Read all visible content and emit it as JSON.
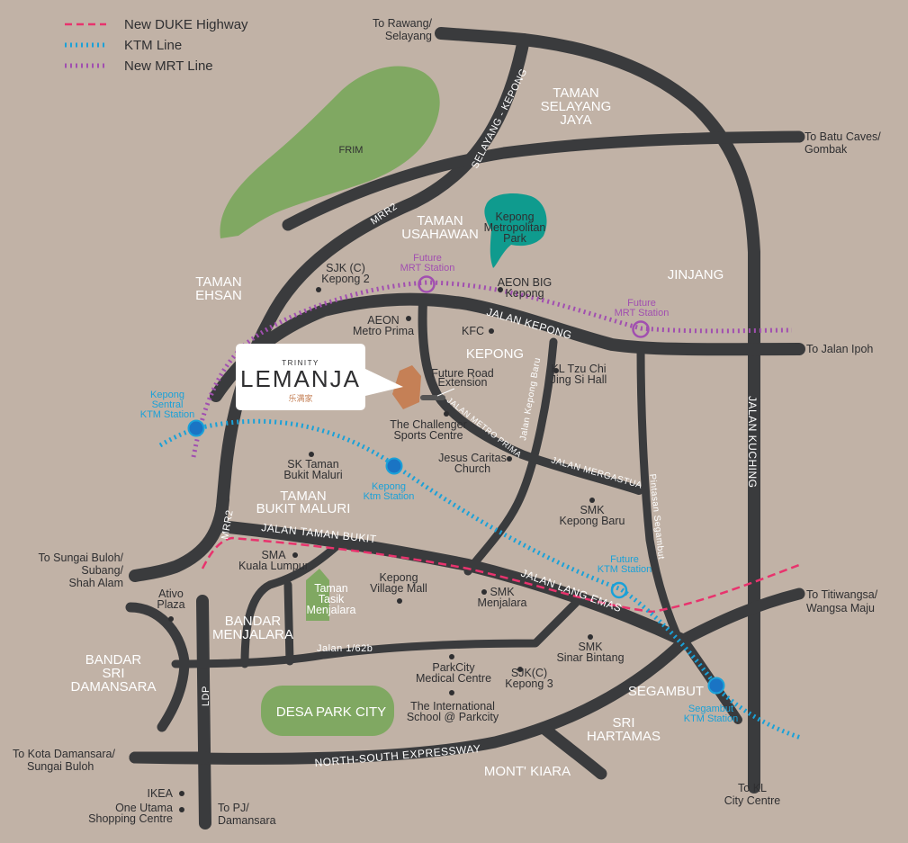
{
  "legend": [
    {
      "label": "New DUKE Highway",
      "color": "#e8336d",
      "style": "dash"
    },
    {
      "label": "KTM Line",
      "color": "#1aa1d8",
      "style": "dot"
    },
    {
      "label": "New MRT Line",
      "color": "#a14fb0",
      "style": "dot"
    }
  ],
  "colors": {
    "background": "#c1b2a6",
    "road": "#3a3b3d",
    "park": "#80a862",
    "teal_park": "#0f9b8e",
    "development": "#c58056",
    "duke": "#e8336d",
    "ktm": "#1aa1d8",
    "mrt": "#a14fb0"
  },
  "project": {
    "brand_top": "TRINITY",
    "brand_main": "LEMANJA",
    "brand_sub": "乐满家"
  },
  "destinations": {
    "rawang_1": "To Rawang/",
    "rawang_2": "Selayang",
    "batucaves_1": "To Batu Caves/",
    "batucaves_2": "Gombak",
    "ipoh": "To Jalan Ipoh",
    "titiwangsa_1": "To Titiwangsa/",
    "titiwangsa_2": "Wangsa Maju",
    "klcc_1": "To KL",
    "klcc_2": "City Centre",
    "pj_1": "To PJ/",
    "pj_2": "Damansara",
    "kotadam_1": "To Kota Damansara/",
    "kotadam_2": "Sungai Buloh",
    "sgbuloh_1": "To Sungai Buloh/",
    "sgbuloh_2": "Subang/",
    "sgbuloh_3": "Shah Alam"
  },
  "areas": {
    "taman_selayang_1": "TAMAN",
    "taman_selayang_2": "SELAYANG",
    "taman_selayang_3": "JAYA",
    "taman_usahawan_1": "TAMAN",
    "taman_usahawan_2": "USAHAWAN",
    "jinjang": "JINJANG",
    "taman_ehsan_1": "TAMAN",
    "taman_ehsan_2": "EHSAN",
    "kepong": "KEPONG",
    "bukit_maluri_1": "TAMAN",
    "bukit_maluri_2": "BUKIT MALURI",
    "bandar_menjalara_1": "BANDAR",
    "bandar_menjalara_2": "MENJALARA",
    "bandar_sri_1": "BANDAR",
    "bandar_sri_2": "SRI",
    "bandar_sri_3": "DAMANSARA",
    "segambut": "SEGAMBUT",
    "sri_hartamas_1": "SRI",
    "sri_hartamas_2": "HARTAMAS",
    "mont_kiara": "MONT' KIARA",
    "desa_park_city": "DESA PARK CITY",
    "frim": "FRIM",
    "kepong_park_1": "Kepong",
    "kepong_park_2": "Metropolitan",
    "kepong_park_3": "Park",
    "taman_tasik_1": "Taman",
    "taman_tasik_2": "Tasik",
    "taman_tasik_3": "Menjalara"
  },
  "roads": {
    "selayang_kepong": "SELAYANG - KEPONG",
    "mrr2_top": "MRR2",
    "mrr2_left": "MRR2",
    "jalan_kepong": "JALAN KEPONG",
    "jalan_kuching": "JALAN KUCHING",
    "jalan_metro_prima": "JALAN METRO PRIMA",
    "jalan_mergastua": "JALAN MERGASTUA",
    "jalan_kepong_baru": "Jalan Kepong Baru",
    "pintasan_segambut": "Pintasan Segambut",
    "jalan_taman_bukit": "JALAN TAMAN BUKIT",
    "jalan_lang_emas": "JALAN LANG EMAS",
    "jalan_1_62b": "Jalan 1/62b",
    "north_south": "NORTH-SOUTH EXPRESSWAY",
    "ldp": "LDP",
    "future_road_1": "Future Road",
    "future_road_2": "Extension"
  },
  "stations": {
    "kepong_sentral_1": "Kepong",
    "kepong_sentral_2": "Sentral",
    "kepong_sentral_3": "KTM Station",
    "kepong_ktm_1": "Kepong",
    "kepong_ktm_2": "Ktm Station",
    "future_ktm_1": "Future",
    "future_ktm_2": "KTM Station",
    "segambut_ktm_1": "Segambut",
    "segambut_ktm_2": "KTM Station",
    "future_mrt1_1": "Future",
    "future_mrt1_2": "MRT Station",
    "future_mrt2_1": "Future",
    "future_mrt2_2": "MRT Station"
  },
  "pois": {
    "sjk_kepong2_1": "SJK (C)",
    "sjk_kepong2_2": "Kepong 2",
    "aeon_big_1": "AEON BIG",
    "aeon_big_2": "Kepong",
    "aeon_metro_1": "AEON",
    "aeon_metro_2": "Metro Prima",
    "kfc": "KFC",
    "kl_tzu_chi_1": "KL Tzu Chi",
    "kl_tzu_chi_2": "Jing Si Hall",
    "challenger_1": "The Challenger",
    "challenger_2": "Sports Centre",
    "sk_maluri_1": "SK Taman",
    "sk_maluri_2": "Bukit Maluri",
    "jesus_caritas_1": "Jesus Caritas",
    "jesus_caritas_2": "Church",
    "smk_kepong_baru_1": "SMK",
    "smk_kepong_baru_2": "Kepong Baru",
    "sma_kl_1": "SMA",
    "sma_kl_2": "Kuala Lumpur",
    "kepong_village_1": "Kepong",
    "kepong_village_2": "Village Mall",
    "smk_menjalara_1": "SMK",
    "smk_menjalara_2": "Menjalara",
    "ativo_1": "Ativo",
    "ativo_2": "Plaza",
    "smk_sinar_1": "SMK",
    "smk_sinar_2": "Sinar Bintang",
    "parkcity_med_1": "ParkCity",
    "parkcity_med_2": "Medical Centre",
    "sjk_kepong3_1": "SJK(C)",
    "sjk_kepong3_2": "Kepong 3",
    "intl_school_1": "The International",
    "intl_school_2": "School @ Parkcity",
    "ikea": "IKEA",
    "one_utama_1": "One Utama",
    "one_utama_2": "Shopping Centre"
  }
}
